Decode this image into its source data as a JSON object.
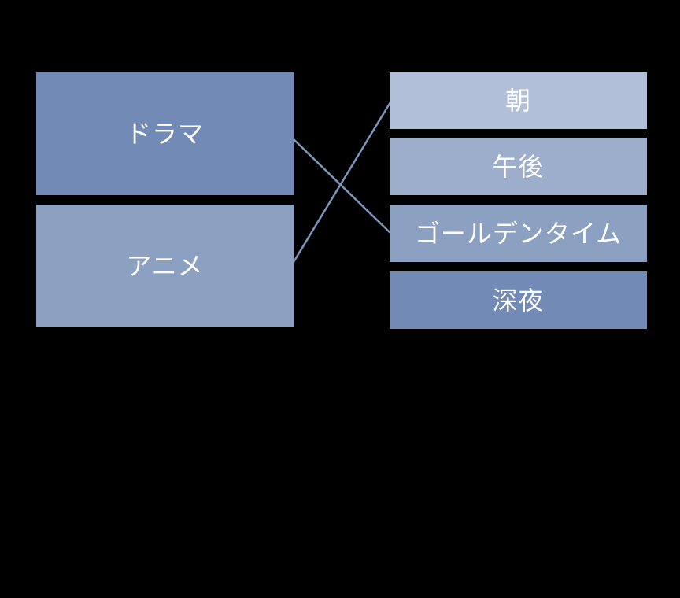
{
  "canvas": {
    "background_color": "#000000",
    "text_color": "#ffffff",
    "connector_color": "#7d97bc"
  },
  "diagram": {
    "left_nodes": [
      {
        "label": "ドラマ",
        "color": "#718bb6"
      },
      {
        "label": "アニメ",
        "color": "#8ca0c2"
      }
    ],
    "right_nodes": [
      {
        "label": "朝",
        "color": "#b1bfd8"
      },
      {
        "label": "午後",
        "color": "#9caecb"
      },
      {
        "label": "ゴールデンタイム",
        "color": "#8ca0c2"
      },
      {
        "label": "深夜",
        "color": "#718bb6"
      }
    ],
    "connections": [
      {
        "from": "ドラマ",
        "to": "ゴールデンタイム"
      },
      {
        "from": "アニメ",
        "to": "朝"
      }
    ]
  }
}
